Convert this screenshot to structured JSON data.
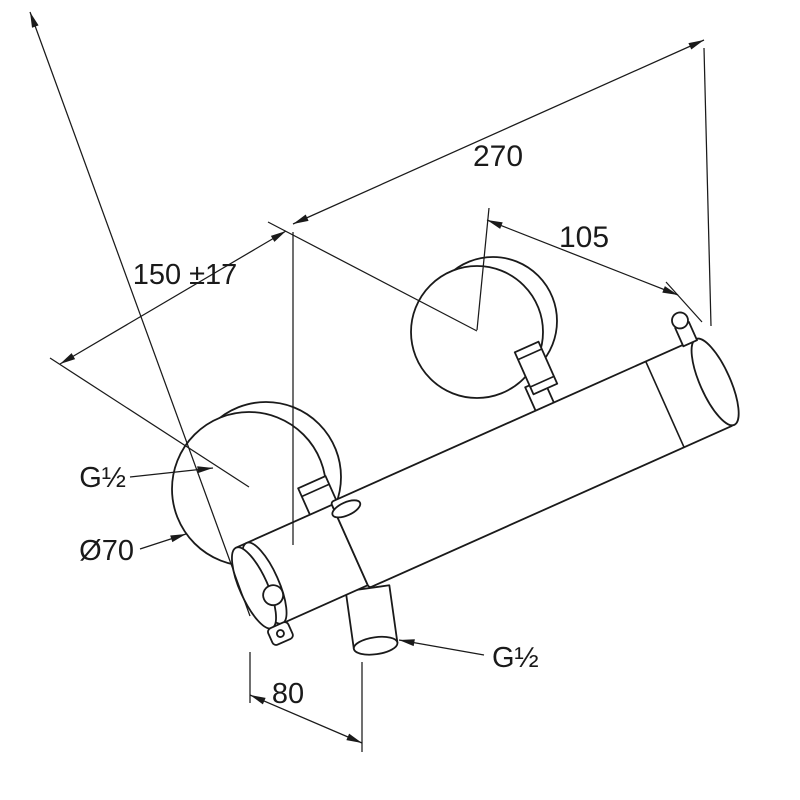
{
  "canvas": {
    "background": "#ffffff",
    "ink": "#1a1a1a"
  },
  "figure": {
    "labels": {
      "overall_length": "270",
      "right_end_offset": "105",
      "connection_spacing": "150 ±17",
      "left_thread": "G½",
      "flange_diameter": "Ø70",
      "bottom_outlet_thread": "G½",
      "outlet_offset": "80"
    }
  }
}
